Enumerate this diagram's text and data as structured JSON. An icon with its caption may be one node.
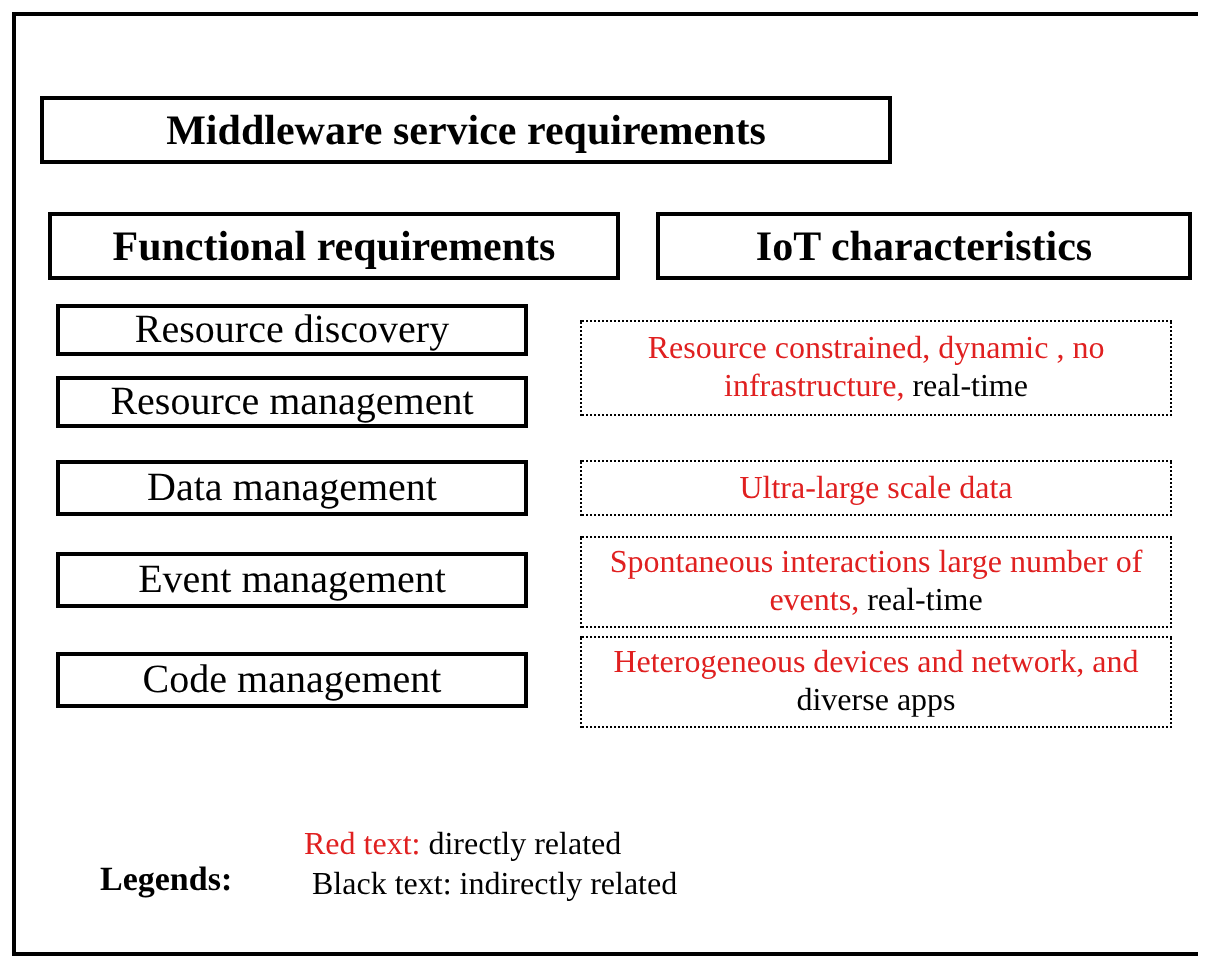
{
  "diagram": {
    "nodes": [
      {
        "text": [
          "Middleware service requirements"
        ]
      },
      {
        "text": [
          "Functional requirements"
        ]
      },
      {
        "text": [
          "IoT characteristics"
        ]
      },
      {
        "text": [
          "Resource discovery"
        ]
      },
      {
        "text": [
          "Resource management"
        ]
      },
      {
        "text": [
          "Resource constrained, dynamic , no infrastructure,",
          "real-time"
        ]
      },
      {
        "text": [
          "Data management"
        ]
      },
      {
        "text": [
          "Ultra-large scale data"
        ]
      },
      {
        "text": [
          "Event management"
        ]
      },
      {
        "text": [
          "Spontaneous interactions large number of events,",
          "real-time"
        ]
      },
      {
        "text": [
          "Code management"
        ]
      },
      {
        "text": [
          "Heterogeneous devices and network, and",
          "diverse apps"
        ]
      }
    ],
    "labels": [
      "Legends:"
    ],
    "legend": [
      {
        "text": "Red text: directly related",
        "color": "#e02020"
      },
      {
        "text": "Black text: indirectly related",
        "color": "#000000"
      }
    ]
  }
}
